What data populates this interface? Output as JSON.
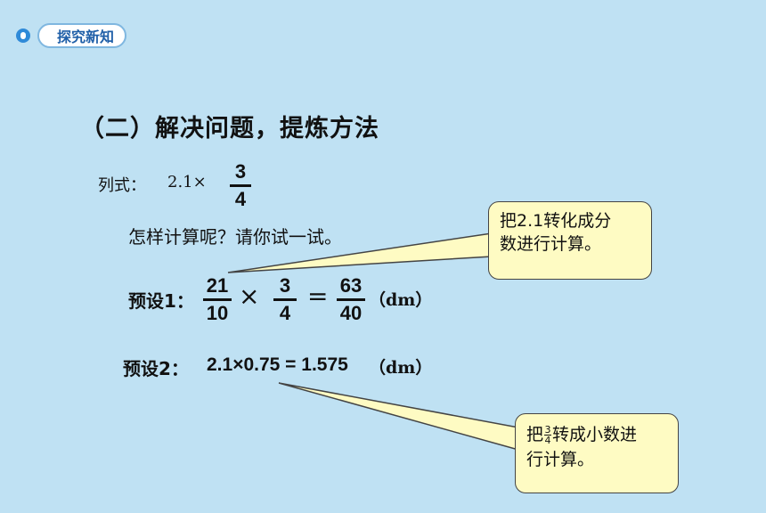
{
  "tag": {
    "label": "探究新知"
  },
  "heading": "（二）解决问题，提炼方法",
  "formula": {
    "label": "列式：",
    "prefix": "2.1×",
    "frac_num": "3",
    "frac_den": "4"
  },
  "prompt": "怎样计算呢？请你试一试。",
  "preset1": {
    "label": "预设1：",
    "a_num": "21",
    "a_den": "10",
    "times": "×",
    "b_num": "3",
    "b_den": "4",
    "equals": "=",
    "c_num": "63",
    "c_den": "40",
    "unit": "（dm）"
  },
  "preset2": {
    "label": "预设2：",
    "expr": "2.1×0.75 = 1.575",
    "unit": "（dm）"
  },
  "callout1": {
    "line1": "把2.1转化成分",
    "line2": "数进行计算。"
  },
  "callout2": {
    "prefix": "把",
    "frac_num": "3",
    "frac_den": "4",
    "suffix": "转成小数进",
    "line2": "行计算。"
  },
  "colors": {
    "background": "#bfe1f3",
    "callout_fill": "#fefbc3",
    "tag_text": "#1f5fa8"
  }
}
